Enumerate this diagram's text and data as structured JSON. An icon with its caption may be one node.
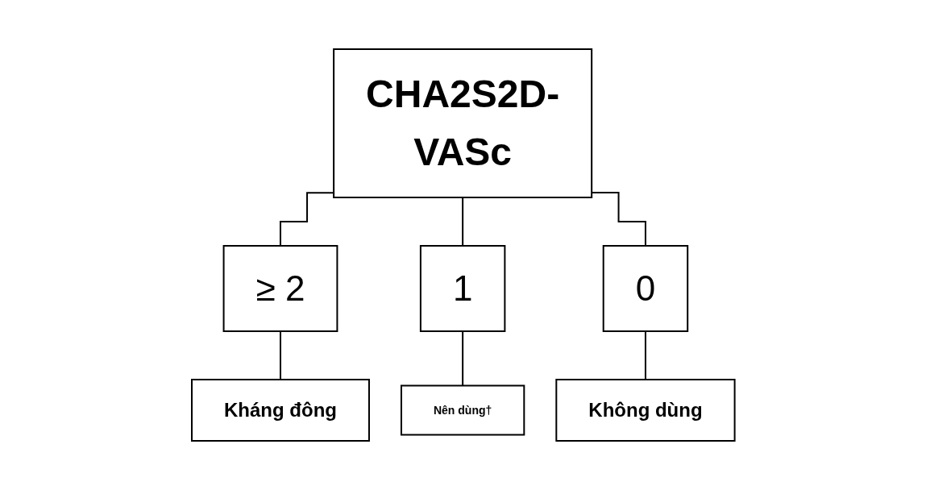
{
  "diagram": {
    "nodes": [
      {
        "text": [
          "CHA2S2D-VASc"
        ]
      },
      {
        "text": [
          "≥ 2"
        ]
      },
      {
        "text": [
          "1"
        ]
      },
      {
        "text": [
          "0"
        ]
      },
      {
        "text": [
          "Kháng đông"
        ]
      },
      {
        "text": [
          "Nên dùng†"
        ]
      },
      {
        "text": [
          "Không dùng"
        ]
      }
    ],
    "edges": [
      {
        "from": 0,
        "to": 1,
        "arrow": "none"
      },
      {
        "from": 0,
        "to": 2,
        "arrow": "none"
      },
      {
        "from": 0,
        "to": 3,
        "arrow": "none"
      },
      {
        "from": 1,
        "to": 4,
        "arrow": "none"
      },
      {
        "from": 2,
        "to": 5,
        "arrow": "none"
      },
      {
        "from": 3,
        "to": 6,
        "arrow": "none"
      }
    ]
  }
}
